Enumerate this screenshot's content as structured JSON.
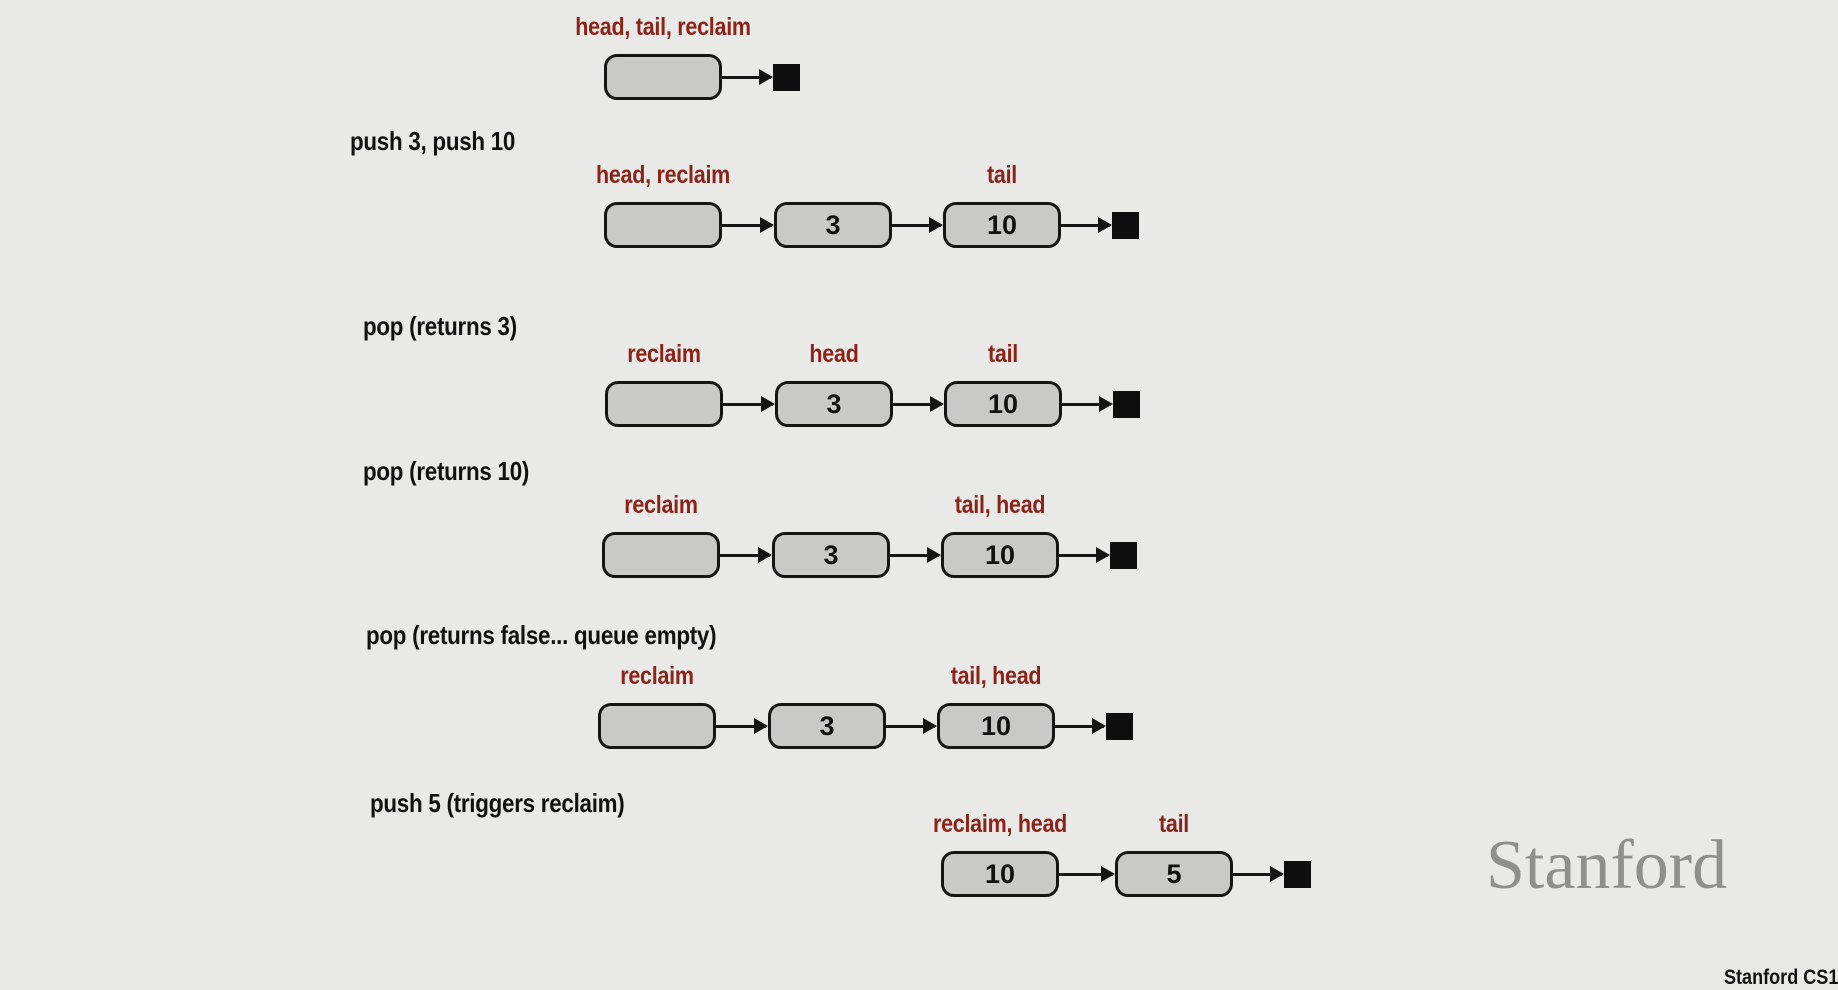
{
  "steps": [
    {
      "caption": "",
      "nodes": [
        {
          "value": "",
          "pointer": "head, tail, reclaim"
        }
      ]
    },
    {
      "caption": "push 3, push 10",
      "nodes": [
        {
          "value": "",
          "pointer": "head, reclaim"
        },
        {
          "value": "3",
          "pointer": ""
        },
        {
          "value": "10",
          "pointer": "tail"
        }
      ]
    },
    {
      "caption": "pop (returns 3)",
      "nodes": [
        {
          "value": "",
          "pointer": "reclaim"
        },
        {
          "value": "3",
          "pointer": "head"
        },
        {
          "value": "10",
          "pointer": "tail"
        }
      ]
    },
    {
      "caption": "pop (returns 10)",
      "nodes": [
        {
          "value": "",
          "pointer": "reclaim"
        },
        {
          "value": "3",
          "pointer": ""
        },
        {
          "value": "10",
          "pointer": "tail, head"
        }
      ]
    },
    {
      "caption": "pop (returns false... queue empty)",
      "nodes": [
        {
          "value": "",
          "pointer": "reclaim"
        },
        {
          "value": "3",
          "pointer": ""
        },
        {
          "value": "10",
          "pointer": "tail, head"
        }
      ]
    },
    {
      "caption": "push 5 (triggers reclaim)",
      "nodes": [
        {
          "value": "10",
          "pointer": "reclaim, head"
        },
        {
          "value": "5",
          "pointer": "tail"
        }
      ]
    }
  ],
  "logo": "Stanford",
  "footer": "Stanford CS1",
  "colors": {
    "background": "#e9e9e7",
    "pointer_label": "#8c2318",
    "node_fill": "#c9c9c7",
    "node_border": "#151515",
    "null_terminator": "#0e0e0e",
    "logo": "#8f8f8d"
  }
}
